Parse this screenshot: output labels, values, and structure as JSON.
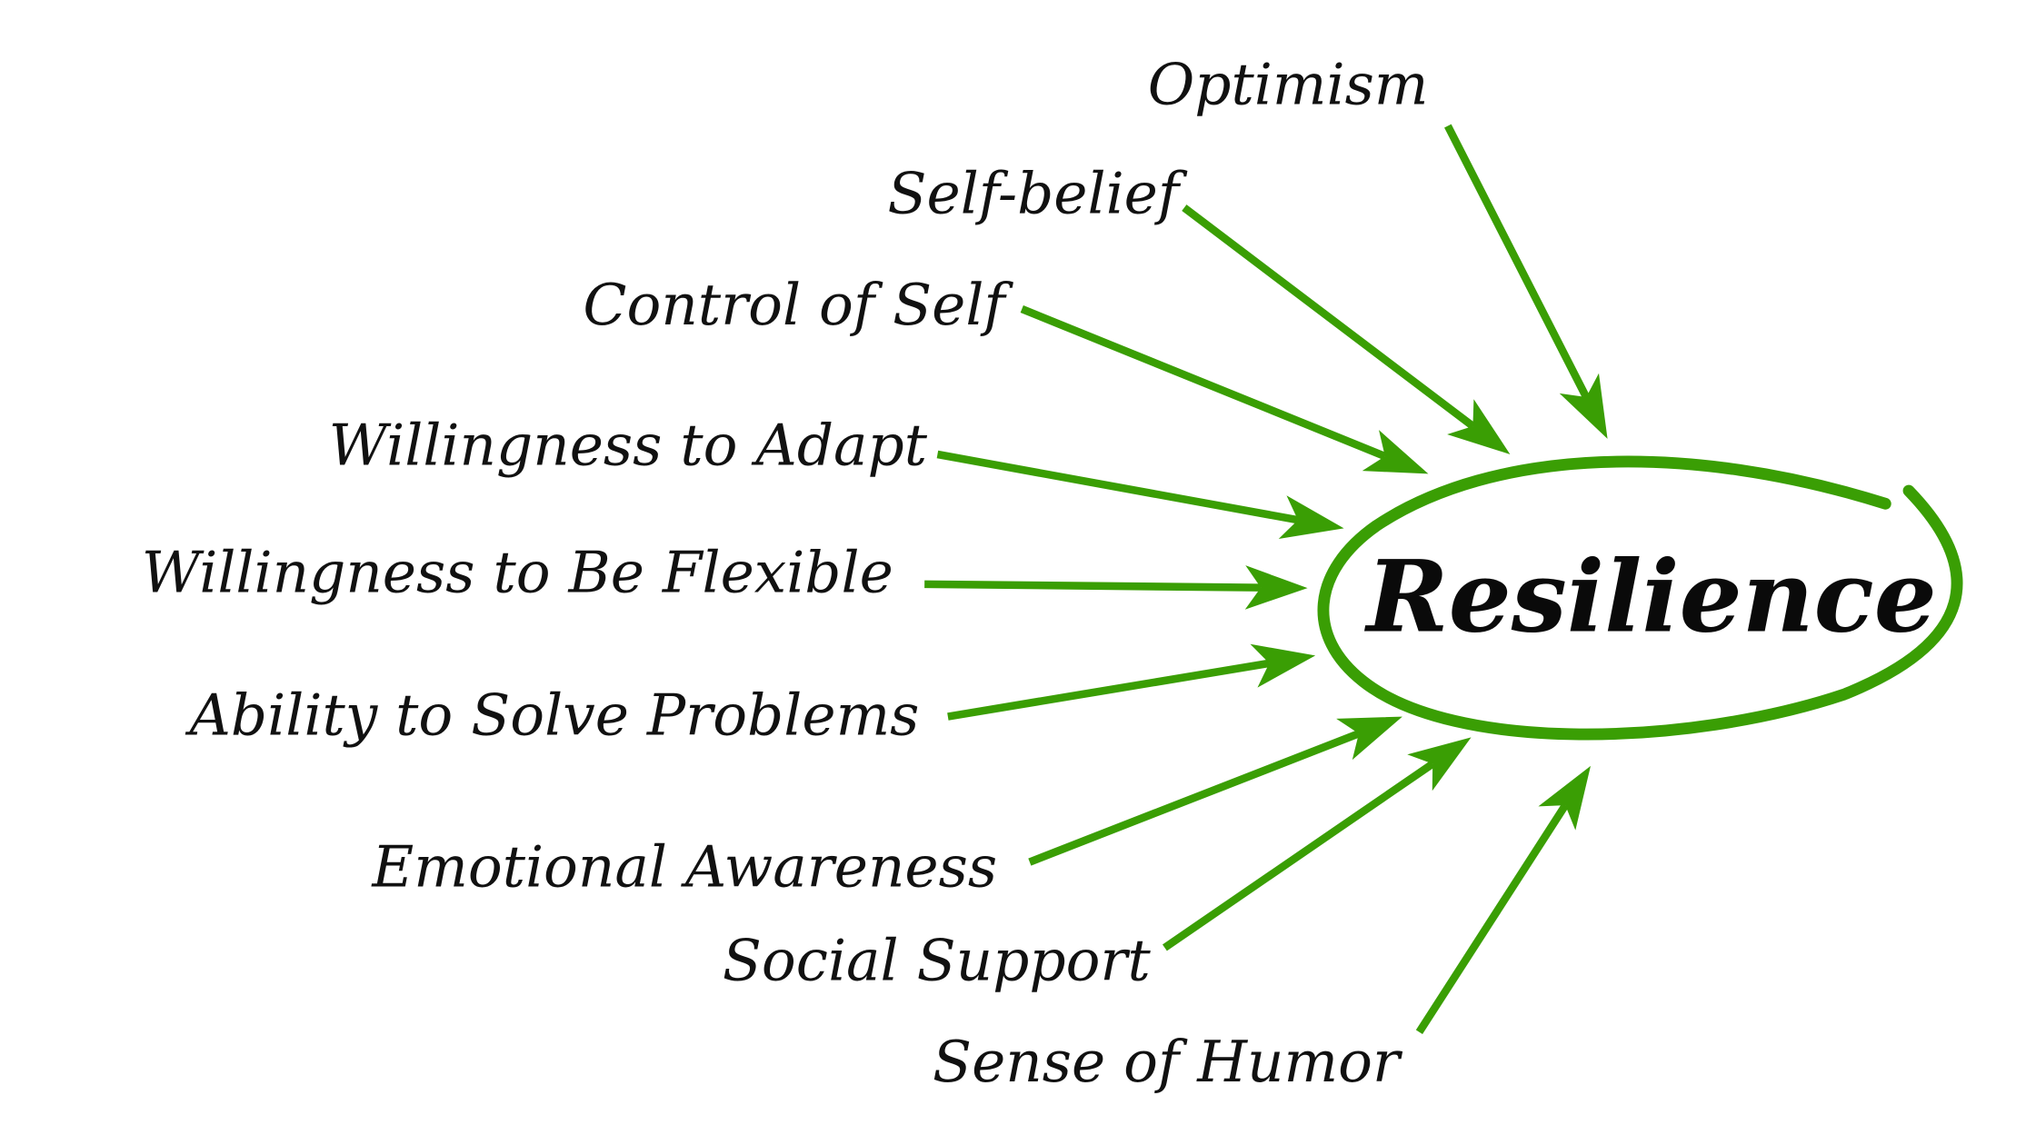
{
  "diagram": {
    "center": "Resilience",
    "accent_color": "#3a9e04",
    "factors": [
      "Optimism",
      "Self-belief",
      "Control of Self",
      "Willingness to Adapt",
      "Willingness to Be Flexible",
      "Ability to Solve Problems",
      "Emotional Awareness",
      "Social Support",
      "Sense of Humor"
    ]
  }
}
